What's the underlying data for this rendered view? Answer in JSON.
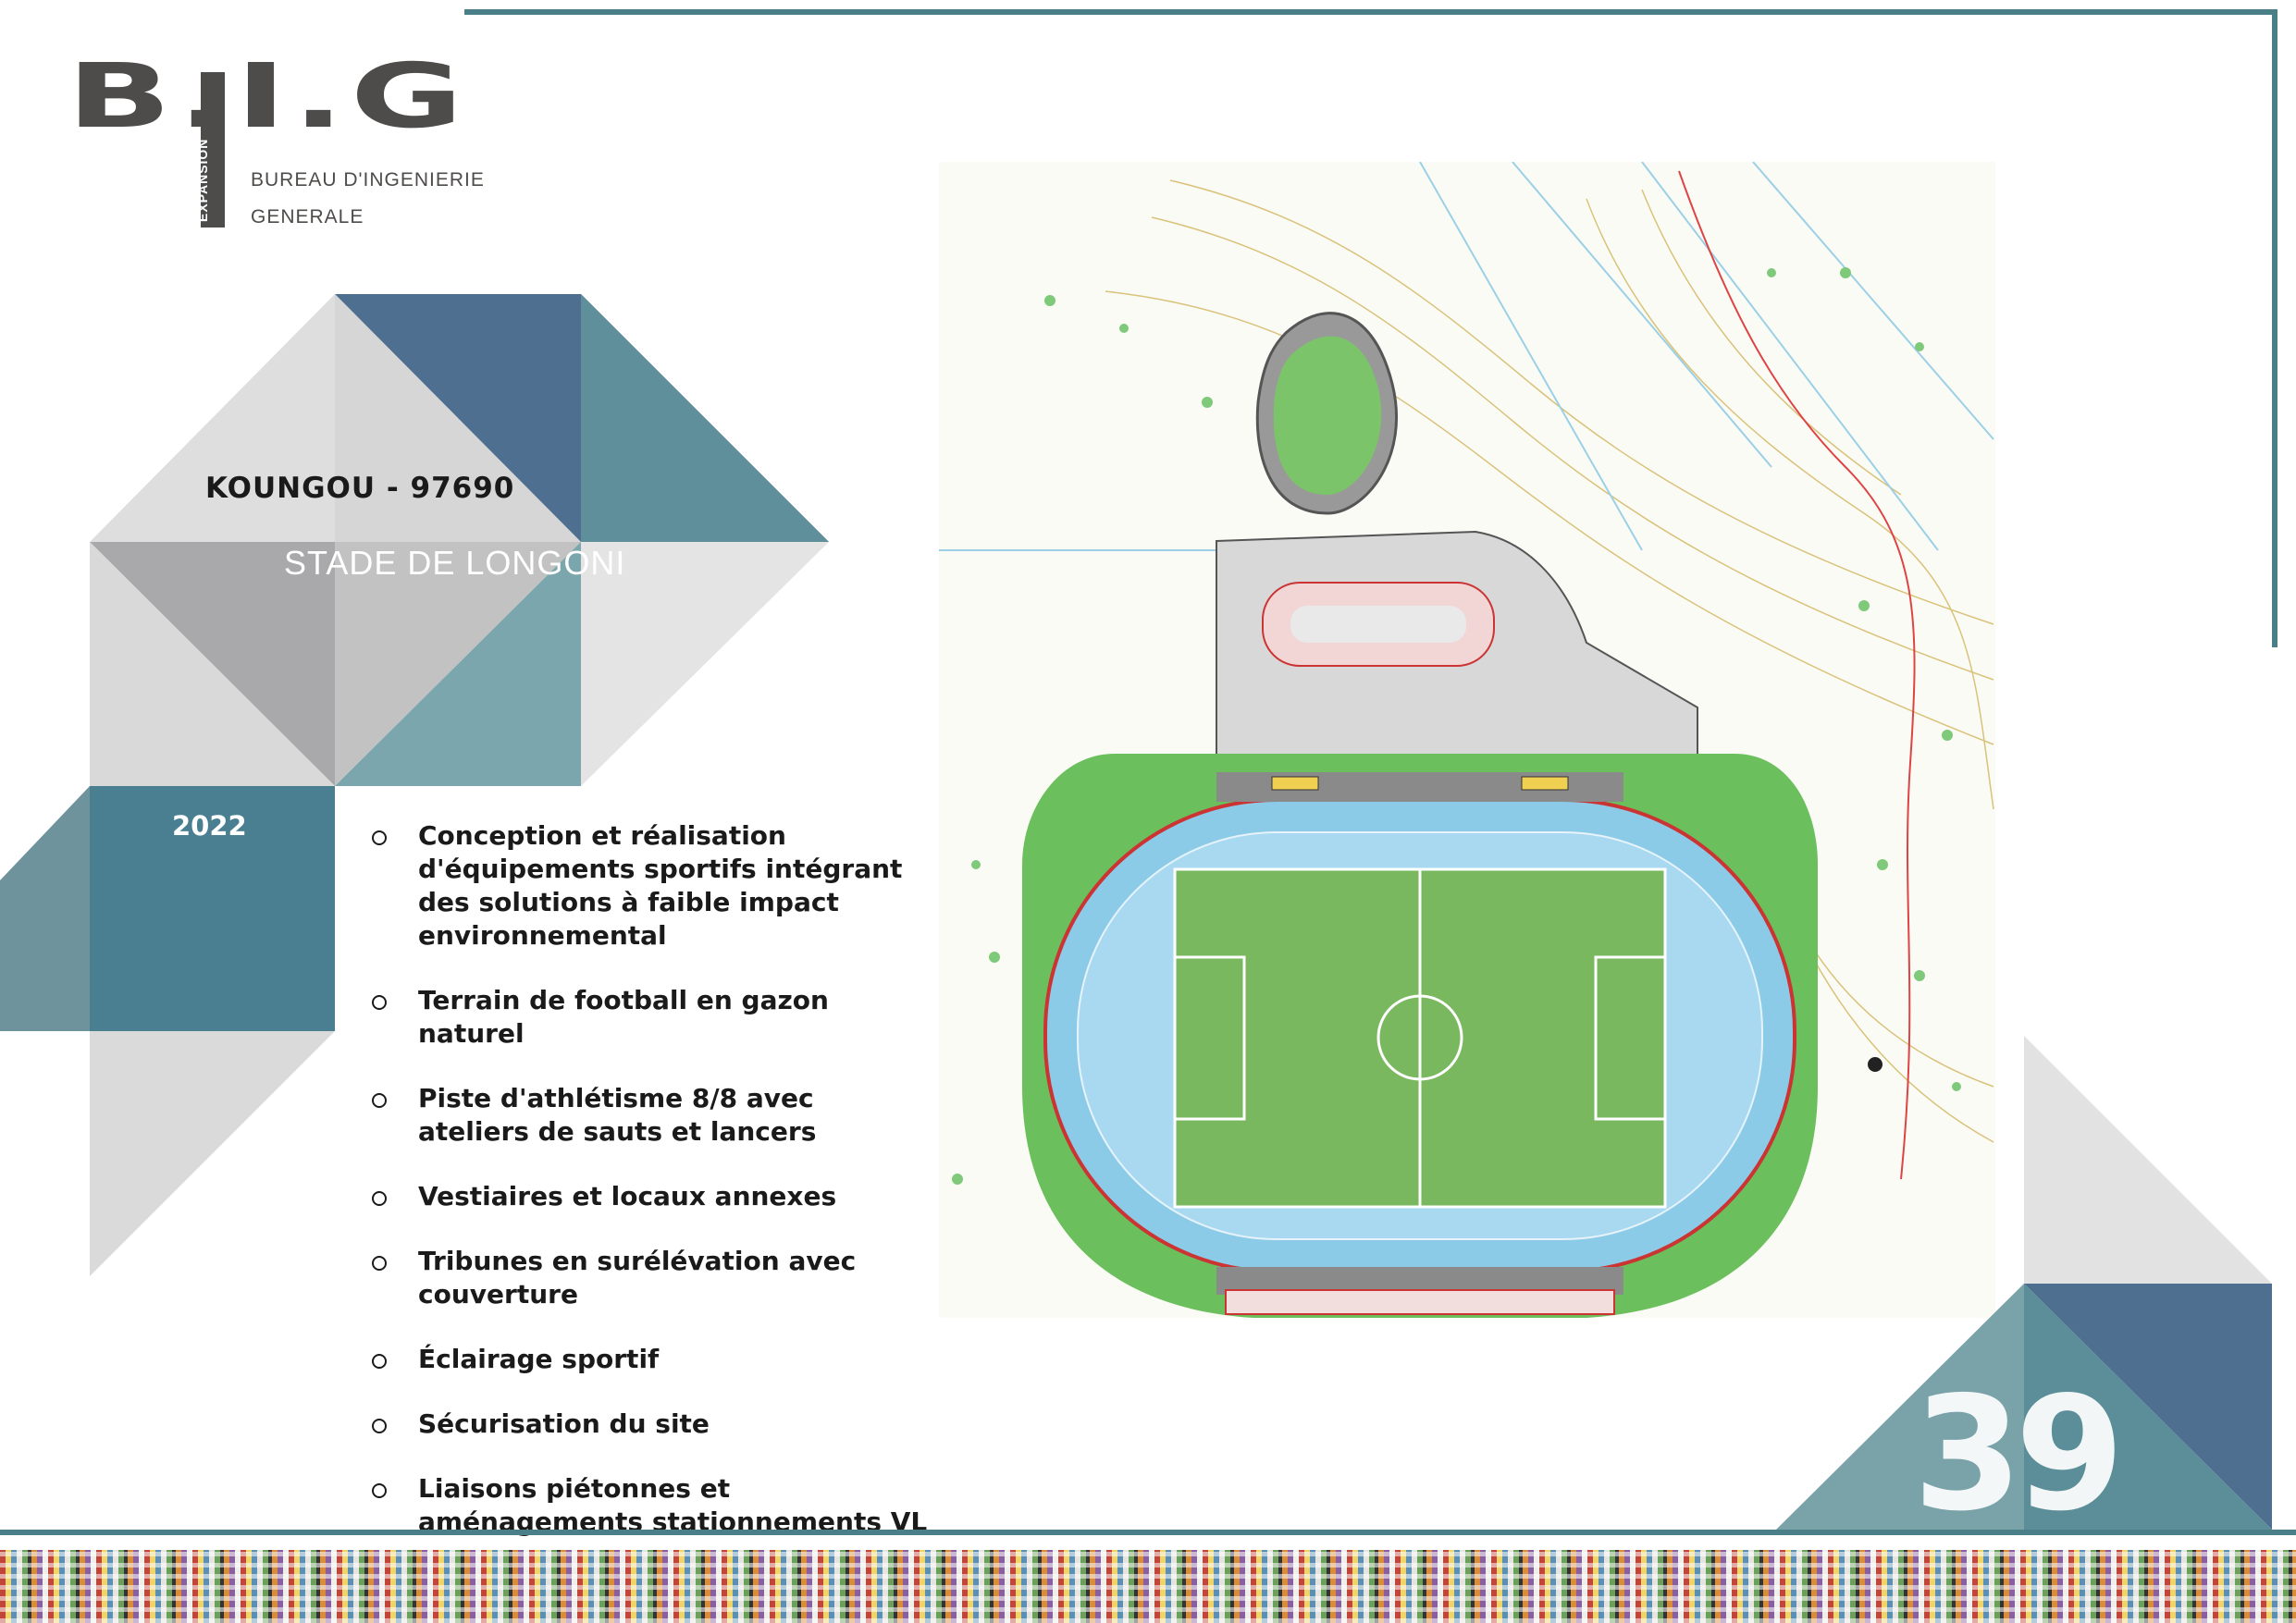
{
  "logo": {
    "mark": "B.I.G",
    "vertical": "EXPANSION",
    "line1": "BUREAU D'INGENIERIE",
    "line2": "GENERALE"
  },
  "project": {
    "location": "KOUNGOU - 97690",
    "title": "STADE DE LONGONI",
    "year": "2022"
  },
  "bullets": [
    "Conception et réalisation d'équipements sportifs intégrant des solutions à faible impact environnemental",
    "Terrain de football en gazon naturel",
    "Piste d'athlétisme 8/8 avec ateliers de sauts et lancers",
    "Vestiaires et locaux annexes",
    "Tribunes en surélévation avec couverture",
    "Éclairage sportif",
    "Sécurisation du site",
    "Liaisons piétonnes et aménagements stationnements VL"
  ],
  "page_number": "39",
  "colors": {
    "frame": "#4a7f88",
    "blue_dark": "#4f6f91",
    "teal": "#5b8e98",
    "teal_light": "#7ba6ad",
    "grey_light": "#dcdcdc",
    "grey_mid": "#a9a9ab",
    "logo": "#4e4c4a"
  }
}
